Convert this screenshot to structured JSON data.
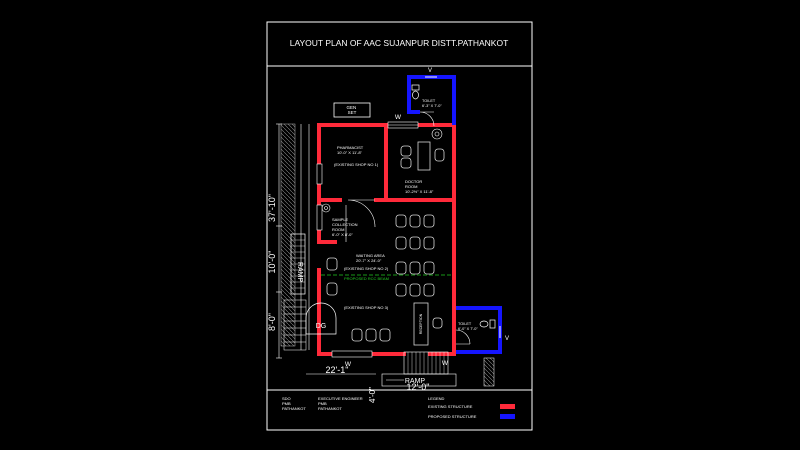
{
  "title": "LAYOUT PLAN OF AAC SUJANPUR DISTT.PATHANKOT",
  "rooms": {
    "gen_set": [
      "GEN",
      "SET"
    ],
    "toilet_top": [
      "TOILET",
      "6'-3\" X 7'-0\""
    ],
    "toilet_bottom": [
      "TOILET",
      "6'-0\" X 7'-0\""
    ],
    "pharmacist": [
      "PHARMACIST",
      "10'-0\" X 11'-8\""
    ],
    "existing_shop_1": "(EXISTING SHOP NO 1)",
    "doctor_room": [
      "DOCTOR",
      "ROOM",
      "10'-2½\" X 11'-8\""
    ],
    "sample_collection": [
      "SAMPLE",
      "COLLECTION",
      "ROOM",
      "6'-0\" X 8'-0\""
    ],
    "waiting_area": [
      "WAITING AREA",
      "20'-7\" X 24'-0\""
    ],
    "existing_shop_2": "(EXISTING SHOP NO 2)",
    "proposed_rcc_beam": "PROPOSED RCC BEAM",
    "existing_shop_3": "(EXISTING SHOP NO 3)",
    "reception": "RECEPTION"
  },
  "marks": {
    "w": "W",
    "v": "V",
    "dg": "DG",
    "ramp": "RAMP"
  },
  "dimensions": {
    "left_top": "37'-10\"",
    "left_mid": "10'-0\"",
    "left_bottom": "8'-0\"",
    "bottom_left": "22'-1\"",
    "bottom_right": "12'-0\"",
    "bottom_small": "4'-0\""
  },
  "footer": {
    "sdo": [
      "SDO",
      "PMB",
      "PATHANKOT"
    ],
    "engineer": [
      "EXECUTIVE ENGINEER",
      "PMB",
      "PATHANKOT"
    ]
  },
  "legend": {
    "heading": "LEGEND",
    "items": [
      {
        "label": "EXISTING STRUCTURE",
        "color": "#ff2a3a"
      },
      {
        "label": "PROPOSED STRUCTURE",
        "color": "#1515ff"
      }
    ]
  },
  "colors": {
    "existing": "#ff2a3a",
    "proposed": "#1515ff",
    "beam": "#22cc22",
    "lines": "#ffffff",
    "furniture": "#d8d8d8"
  }
}
